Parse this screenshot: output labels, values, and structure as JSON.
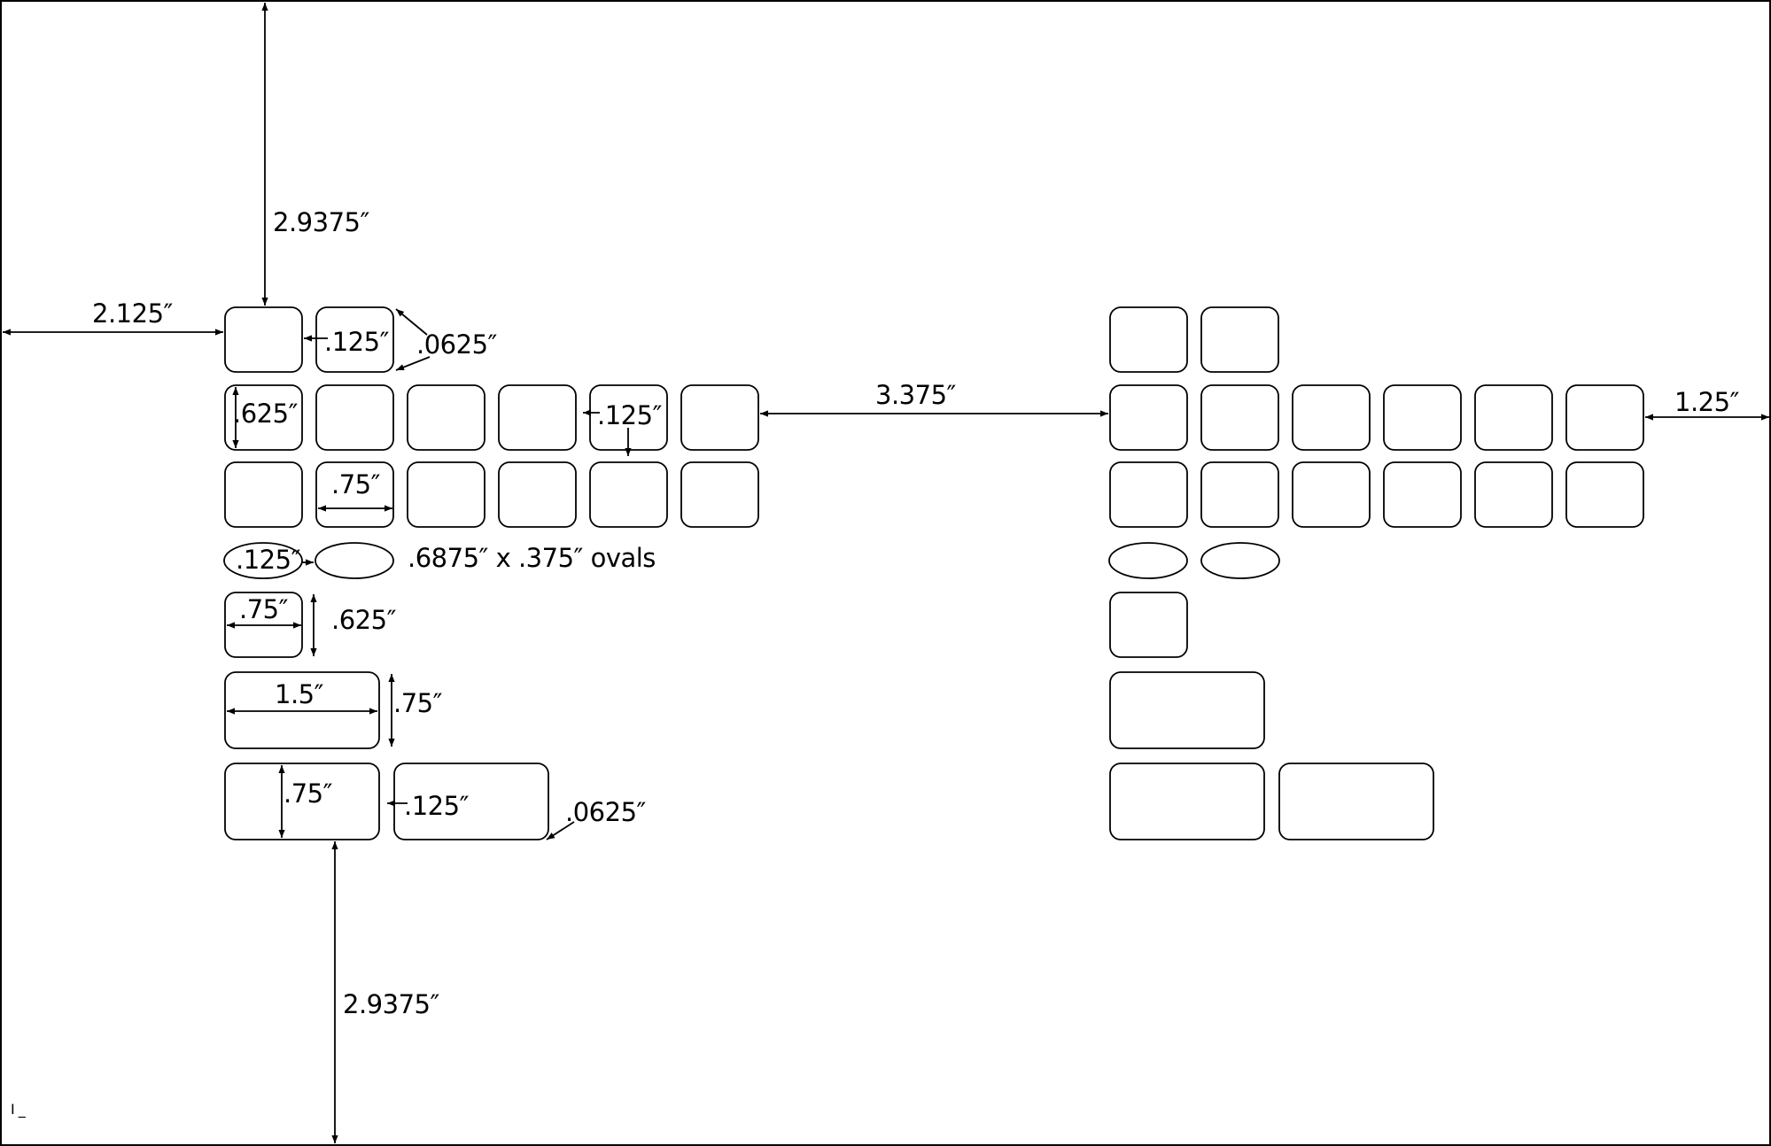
{
  "labels": {
    "top_margin": "2.9375″",
    "left_margin": "2.125″",
    "row1_gap": ".125″",
    "corner_radius": ".0625″",
    "square_height": ".625″",
    "row2_gap": ".125″",
    "center_gap": "3.375″",
    "right_margin": "1.25″",
    "square_width": ".75″",
    "oval_gap": ".125″",
    "oval_caption": ".6875″ x .375″ ovals",
    "single_width": ".75″",
    "single_height": ".625″",
    "rect_width": "1.5″",
    "rect_height": ".75″",
    "bottom_height": ".75″",
    "bottom_gap": ".125″",
    "bottom_radius": ".0625″",
    "bottom_margin": "2.9375″",
    "corner_mark": "I _"
  },
  "colors": {
    "stroke": "#000000",
    "background": "#ffffff"
  }
}
